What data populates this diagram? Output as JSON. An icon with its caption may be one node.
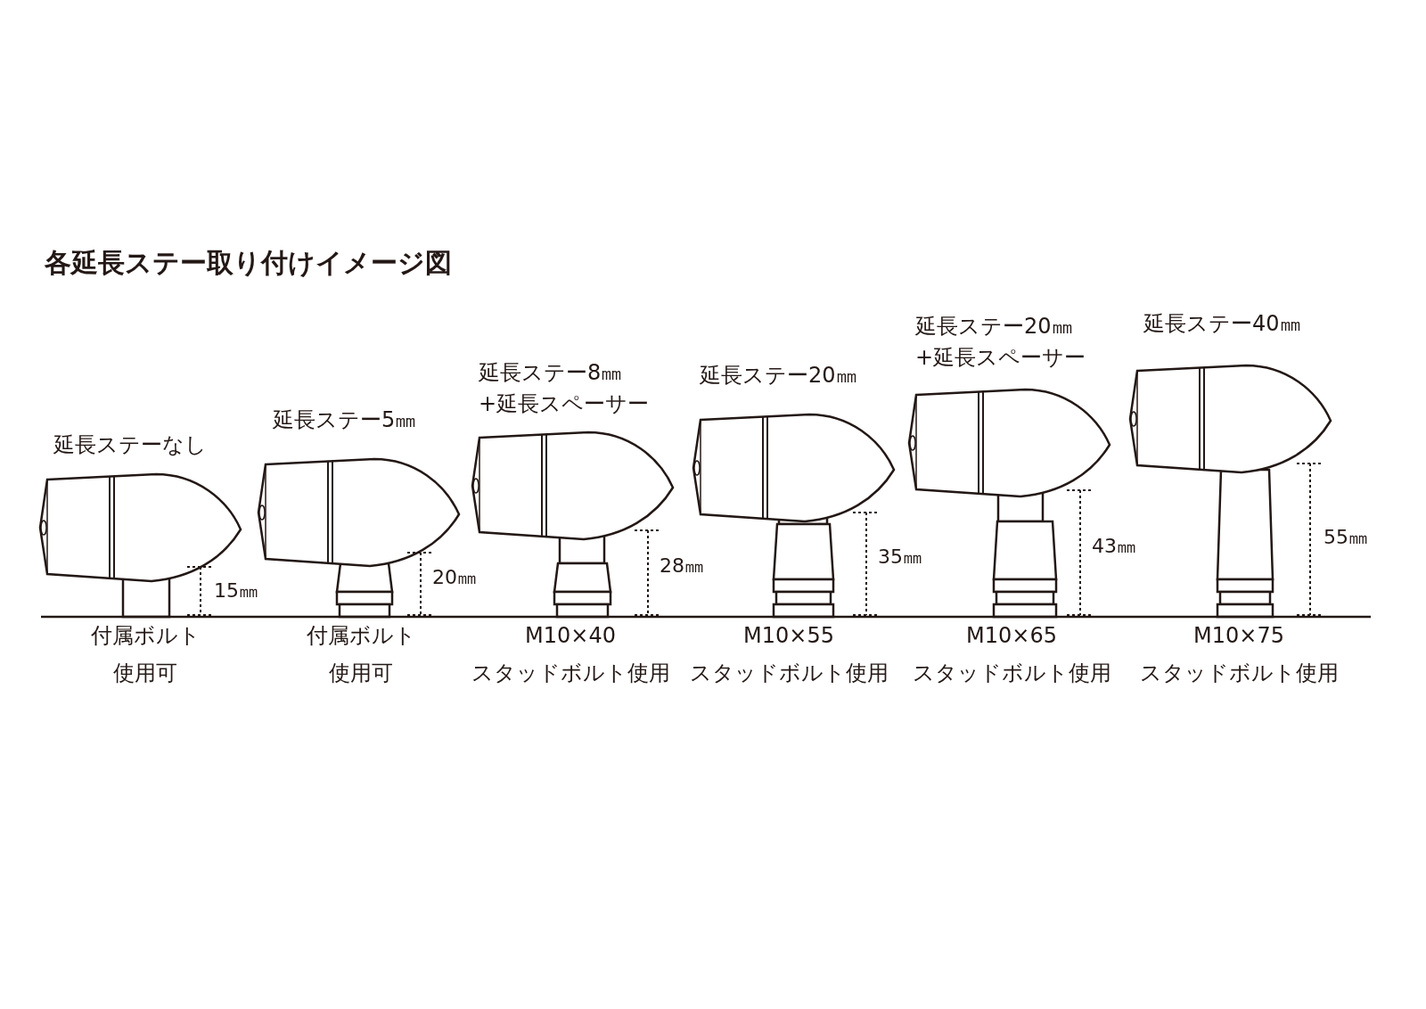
{
  "diagram": {
    "title": "各延長ステー取り付けイメージ図",
    "labels": [
      "延長ステーなし",
      "15㎜",
      "付属ボルト",
      "使用可",
      "延長ステー5㎜",
      "20㎜",
      "付属ボルト",
      "使用可",
      "延長ステー8㎜",
      "+延長スペーサー",
      "28㎜",
      "M10×40",
      "スタッドボルト使用",
      "延長ステー20㎜",
      "35㎜",
      "M10×55",
      "スタッドボルト使用",
      "延長ステー20㎜",
      "+延長スペーサー",
      "43㎜",
      "M10×65",
      "スタッドボルト使用",
      "延長ステー40㎜",
      "55㎜",
      "M10×75",
      "スタッドボルト使用"
    ]
  }
}
